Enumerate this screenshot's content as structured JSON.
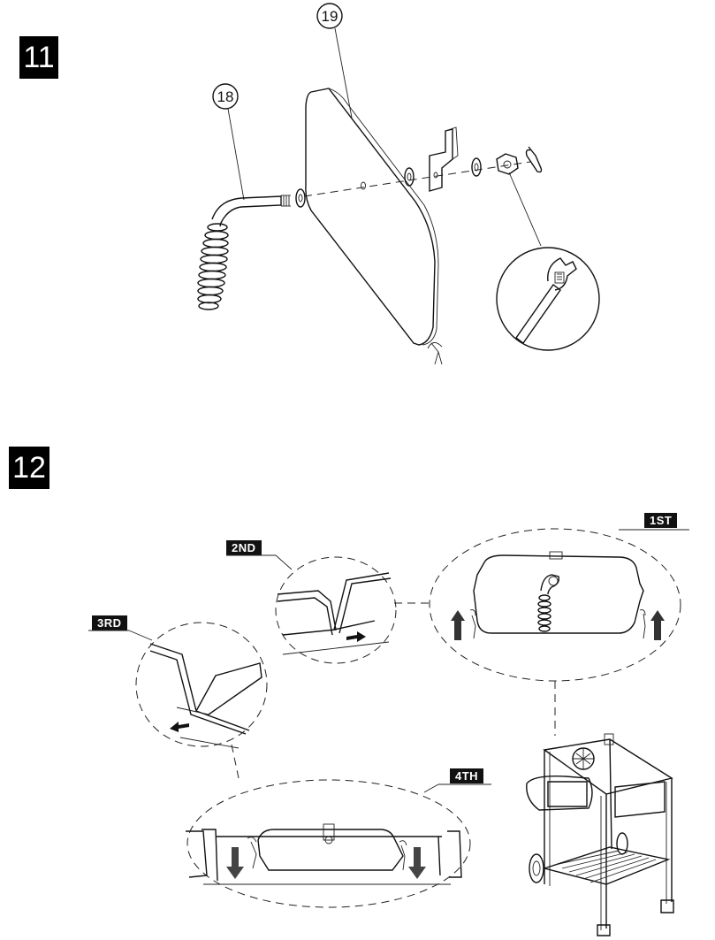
{
  "steps": [
    {
      "number": "11"
    },
    {
      "number": "12"
    }
  ],
  "callouts": [
    {
      "label": "18"
    },
    {
      "label": "19"
    }
  ],
  "detail_tags": {
    "first": "1ST",
    "second": "2ND",
    "third": "3RD",
    "fourth": "4TH"
  }
}
